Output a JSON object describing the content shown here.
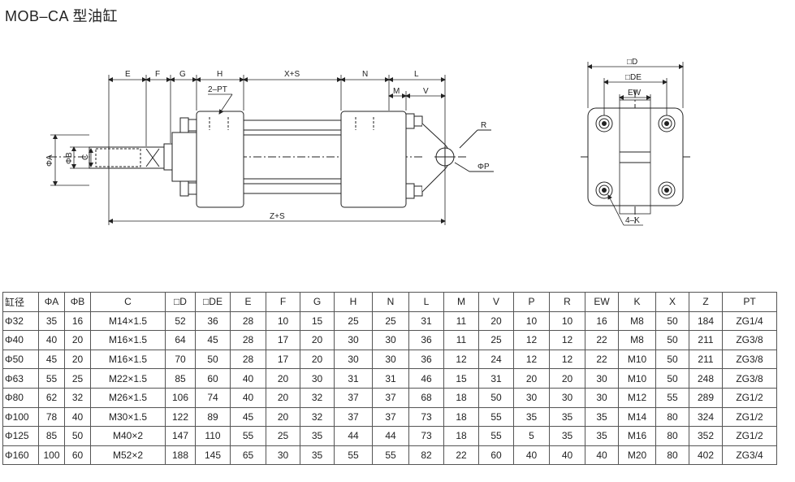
{
  "title": "MOB–CA 型油缸",
  "drawing": {
    "labels": {
      "E": "E",
      "F": "F",
      "G": "G",
      "H": "H",
      "XS": "X+S",
      "N": "N",
      "L": "L",
      "M": "M",
      "V": "V",
      "PT": "2–PT",
      "R": "R",
      "PHIP": "ΦP",
      "PHIA": "ΦA",
      "PHIB": "ΦB",
      "C": "C",
      "ZS": "Z+S",
      "D": "□D",
      "DE": "□DE",
      "EW": "EW",
      "K": "4–K"
    }
  },
  "table": {
    "headers": [
      "缸径",
      "ΦA",
      "ΦB",
      "C",
      "□D",
      "□DE",
      "E",
      "F",
      "G",
      "H",
      "N",
      "L",
      "M",
      "V",
      "P",
      "R",
      "EW",
      "K",
      "X",
      "Z",
      "PT"
    ],
    "rows": [
      [
        "Φ32",
        "35",
        "16",
        "M14×1.5",
        "52",
        "36",
        "28",
        "10",
        "15",
        "25",
        "25",
        "31",
        "11",
        "20",
        "10",
        "10",
        "16",
        "M8",
        "50",
        "184",
        "ZG1/4"
      ],
      [
        "Φ40",
        "40",
        "20",
        "M16×1.5",
        "64",
        "45",
        "28",
        "17",
        "20",
        "30",
        "30",
        "36",
        "11",
        "25",
        "12",
        "12",
        "22",
        "M8",
        "50",
        "211",
        "ZG3/8"
      ],
      [
        "Φ50",
        "45",
        "20",
        "M16×1.5",
        "70",
        "50",
        "28",
        "17",
        "20",
        "30",
        "30",
        "36",
        "12",
        "24",
        "12",
        "12",
        "22",
        "M10",
        "50",
        "211",
        "ZG3/8"
      ],
      [
        "Φ63",
        "55",
        "25",
        "M22×1.5",
        "85",
        "60",
        "40",
        "20",
        "30",
        "31",
        "31",
        "46",
        "15",
        "31",
        "20",
        "20",
        "30",
        "M10",
        "50",
        "248",
        "ZG3/8"
      ],
      [
        "Φ80",
        "62",
        "32",
        "M26×1.5",
        "106",
        "74",
        "40",
        "20",
        "32",
        "37",
        "37",
        "68",
        "18",
        "50",
        "30",
        "30",
        "30",
        "M12",
        "55",
        "289",
        "ZG1/2"
      ],
      [
        "Φ100",
        "78",
        "40",
        "M30×1.5",
        "122",
        "89",
        "45",
        "20",
        "32",
        "37",
        "37",
        "73",
        "18",
        "55",
        "35",
        "35",
        "35",
        "M14",
        "80",
        "324",
        "ZG1/2"
      ],
      [
        "Φ125",
        "85",
        "50",
        "M40×2",
        "147",
        "110",
        "55",
        "25",
        "35",
        "44",
        "44",
        "73",
        "18",
        "55",
        "5",
        "35",
        "35",
        "M16",
        "80",
        "352",
        "ZG1/2"
      ],
      [
        "Φ160",
        "100",
        "60",
        "M52×2",
        "188",
        "145",
        "65",
        "30",
        "35",
        "55",
        "55",
        "82",
        "22",
        "60",
        "40",
        "40",
        "40",
        "M20",
        "80",
        "402",
        "ZG3/4"
      ]
    ]
  }
}
